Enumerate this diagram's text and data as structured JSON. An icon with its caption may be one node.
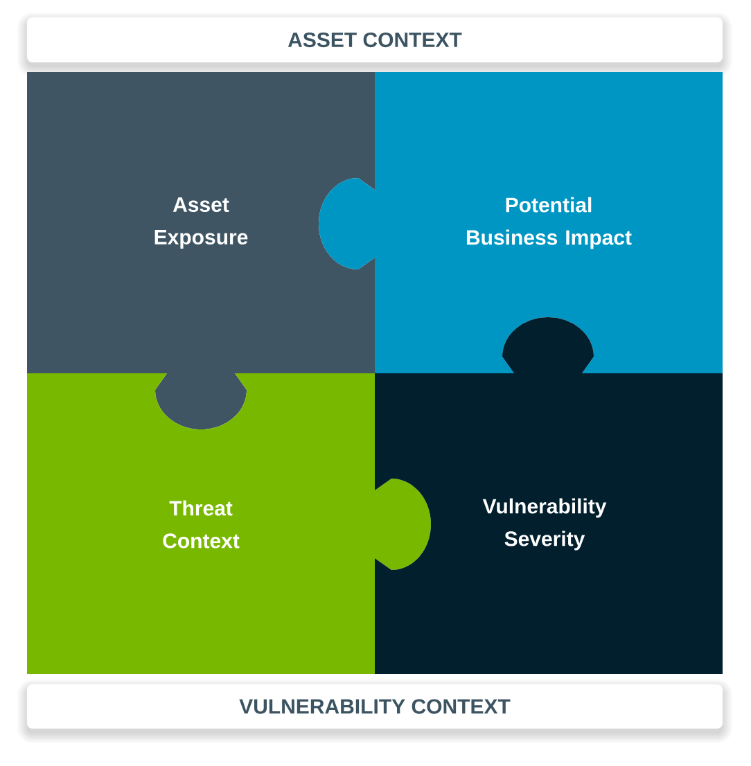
{
  "diagram": {
    "nodes": [
      {
        "text": [
          "ASSET CONTEXT"
        ]
      },
      {
        "text": [
          "Asset Exposure"
        ]
      },
      {
        "text": [
          "Potential Business Impact"
        ]
      },
      {
        "text": [
          "Threat Context"
        ]
      },
      {
        "text": [
          "Vulnerability Severity"
        ]
      },
      {
        "text": [
          "VULNERABILITY CONTEXT"
        ]
      }
    ]
  }
}
